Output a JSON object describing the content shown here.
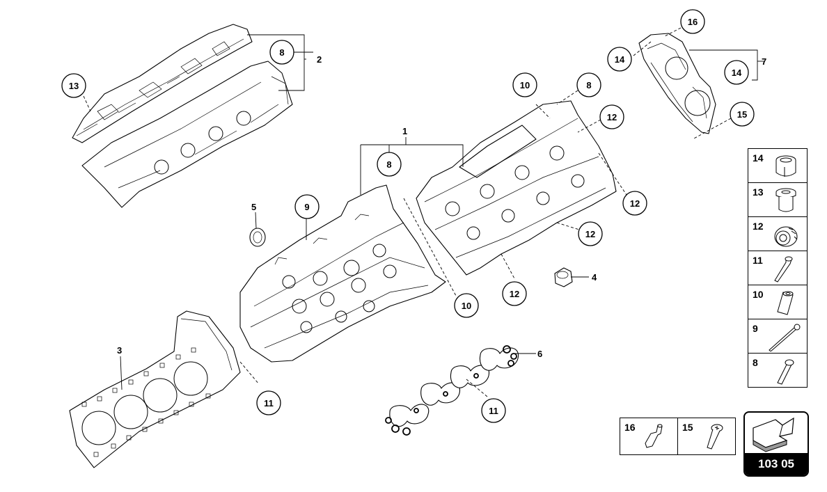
{
  "callouts": {
    "c1": "1",
    "c2": "2",
    "c3": "3",
    "c4": "4",
    "c5": "5",
    "c6": "6",
    "c7": "7",
    "c8a": "8",
    "c8b": "8",
    "c8c": "8",
    "c9": "9",
    "c10a": "10",
    "c10b": "10",
    "c11a": "11",
    "c11b": "11",
    "c12a": "12",
    "c12b": "12",
    "c12c": "12",
    "c12d": "12",
    "c13": "13",
    "c14a": "14",
    "c14b": "14",
    "c15": "15",
    "c16": "16"
  },
  "legend": [
    {
      "num": "14",
      "icon": "sleeve-icon"
    },
    {
      "num": "13",
      "icon": "plug-icon"
    },
    {
      "num": "12",
      "icon": "threaded-plug-icon"
    },
    {
      "num": "11",
      "icon": "bolt-icon"
    },
    {
      "num": "10",
      "icon": "dowel-sleeve-icon"
    },
    {
      "num": "9",
      "icon": "long-bolt-icon"
    },
    {
      "num": "8",
      "icon": "short-bolt-icon"
    }
  ],
  "bottom_legend": [
    {
      "num": "16",
      "icon": "stud-icon"
    },
    {
      "num": "15",
      "icon": "torx-bolt-icon"
    }
  ],
  "page_number": "103 05",
  "nav_arrow_icon": "arrow-icon"
}
